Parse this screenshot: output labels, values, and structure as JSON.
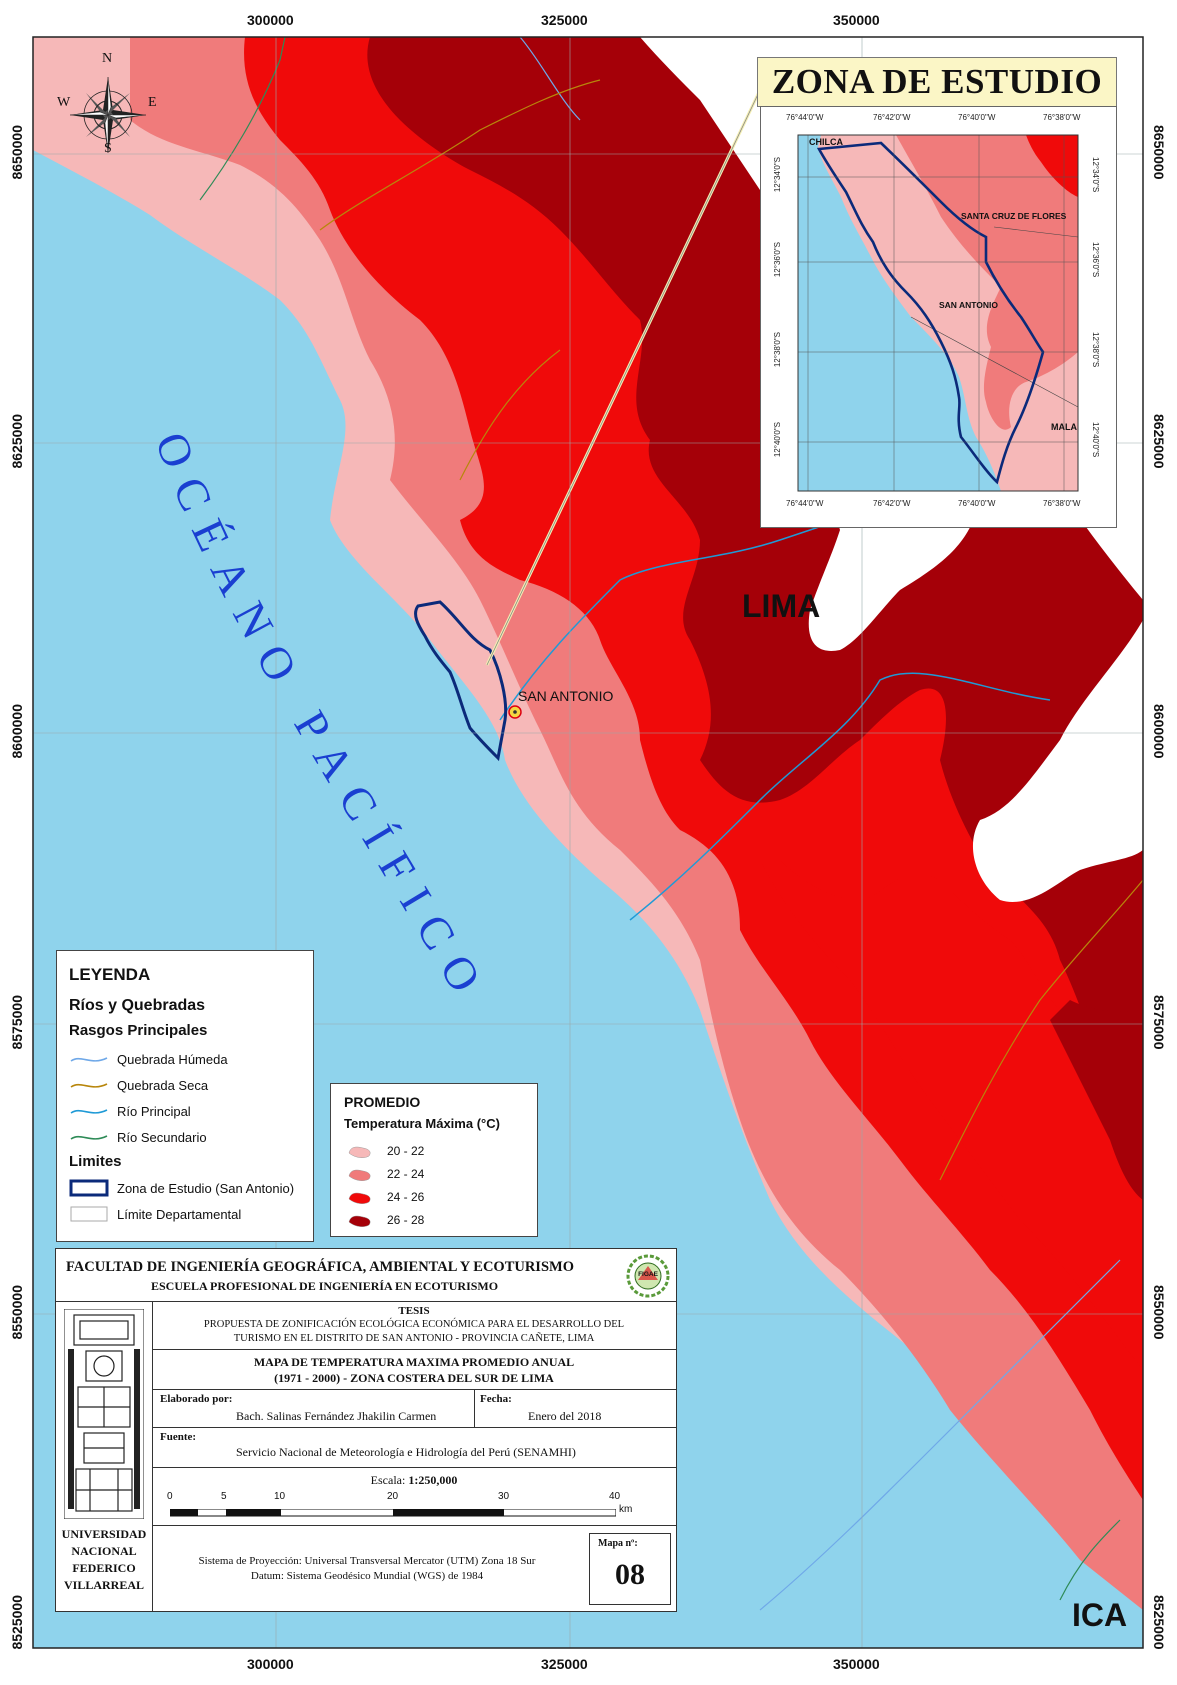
{
  "map": {
    "ocean_label": "OCÉANO PACÍFICO",
    "region_labels": {
      "lima": "LIMA",
      "ica": "ICA"
    },
    "point_label": "SAN ANTONIO",
    "compass": {
      "n": "N",
      "s": "S",
      "e": "E",
      "w": "W"
    },
    "x_ticks": [
      "300000",
      "325000",
      "350000"
    ],
    "y_ticks": [
      "8650000",
      "8625000",
      "8600000",
      "8575000",
      "8550000",
      "8525000"
    ],
    "colors": {
      "ocean": "#8fd3ec",
      "c20_22": "#f6b8b8",
      "c22_24": "#f07b7b",
      "c24_26": "#f00a0a",
      "c26_28": "#a50008",
      "land_white": "#ffffff"
    }
  },
  "inset": {
    "title": "ZONA DE ESTUDIO",
    "top_ticks": [
      "76°44'0\"W",
      "76°42'0\"W",
      "76°40'0\"W",
      "76°38'0\"W"
    ],
    "bottom_ticks": [
      "76°44'0\"W",
      "76°42'0\"W",
      "76°40'0\"W",
      "76°38'0\"W"
    ],
    "left_ticks": [
      "12°34'0\"S",
      "12°36'0\"S",
      "12°38'0\"S",
      "12°40'0\"S"
    ],
    "right_ticks": [
      "12°34'0\"S",
      "12°36'0\"S",
      "12°38'0\"S",
      "12°40'0\"S"
    ],
    "labels": {
      "chilca": "CHILCA",
      "santa_cruz": "SANTA CRUZ DE FLORES",
      "san_antonio": "SAN ANTONIO",
      "mala": "MALA"
    }
  },
  "legend": {
    "title": "LEYENDA",
    "rivers_title": "Ríos y Quebradas",
    "features_title": "Rasgos Principales",
    "items": [
      {
        "label": "Quebrada Húmeda",
        "color": "#6fa8e8"
      },
      {
        "label": "Quebrada Seca",
        "color": "#b8860b"
      },
      {
        "label": "Río Principal",
        "color": "#1f9ad6"
      },
      {
        "label": "Río Secundario",
        "color": "#2e8b57"
      }
    ],
    "limits_title": "Limites",
    "limits": [
      {
        "label": "Zona de Estudio (San Antonio)"
      },
      {
        "label": "Límite Departamental"
      }
    ]
  },
  "promedio": {
    "title": "PROMEDIO",
    "subtitle": "Temperatura Máxima (°C)",
    "classes": [
      {
        "label": "20 - 22",
        "color": "#f6b8b8"
      },
      {
        "label": "22 - 24",
        "color": "#f07b7b"
      },
      {
        "label": "24 - 26",
        "color": "#f00a0a"
      },
      {
        "label": "26 - 28",
        "color": "#a50008"
      }
    ]
  },
  "titleblock": {
    "faculty": "FACULTAD DE INGENIERÍA GEOGRÁFICA, AMBIENTAL Y ECOTURISMO",
    "school": "ESCUELA PROFESIONAL DE INGENIERÍA EN ECOTURISMO",
    "thesis_label": "TESIS",
    "thesis_line1": "PROPUESTA DE ZONIFICACIÓN ECOLÓGICA ECONÓMICA PARA EL DESARROLLO DEL",
    "thesis_line2": "TURISMO EN EL DISTRITO DE SAN ANTONIO - PROVINCIA CAÑETE, LIMA",
    "map_title_line1": "MAPA DE TEMPERATURA MAXIMA PROMEDIO ANUAL",
    "map_title_line2": "(1971 - 2000) - ZONA COSTERA DEL SUR DE LIMA",
    "elaborado_label": "Elaborado por:",
    "elaborado_value": "Bach. Salinas Fernández Jhakilin Carmen",
    "fecha_label": "Fecha:",
    "fecha_value": "Enero del 2018",
    "fuente_label": "Fuente:",
    "fuente_value": "Servicio Nacional de Meteorología e Hidrología del Perú (SENAMHI)",
    "escala_prefix": "Escala: ",
    "escala_value": "1:250,000",
    "scale_ticks": [
      "0",
      "5",
      "10",
      "20",
      "30",
      "40"
    ],
    "scale_unit": "km",
    "projection": "Sistema de Proyección: Universal Transversal Mercator (UTM) Zona 18 Sur",
    "datum": "Datum: Sistema Geodésico Mundial (WGS) de 1984",
    "mapa_label": "Mapa nº:",
    "mapa_number": "08",
    "university": [
      "UNIVERSIDAD",
      "NACIONAL",
      "FEDERICO",
      "VILLARREAL"
    ],
    "logo_text": "FIGAE"
  }
}
